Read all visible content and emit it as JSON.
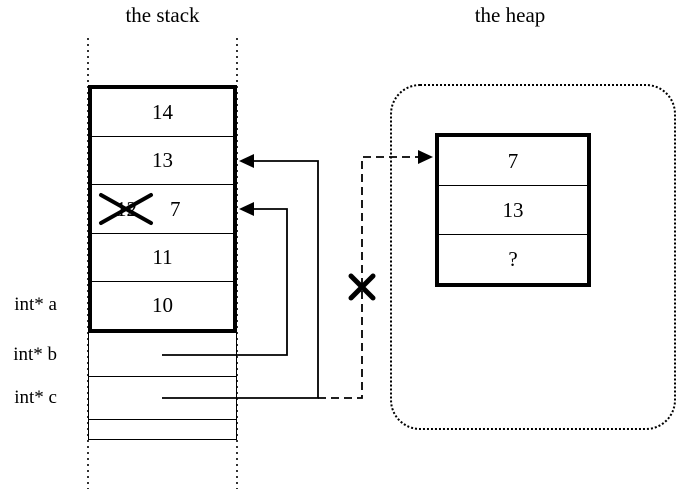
{
  "titles": {
    "stack": "the stack",
    "heap": "the heap"
  },
  "colors": {
    "ink": "#000000",
    "background": "#ffffff"
  },
  "stack": {
    "rows": [
      {
        "value": "14"
      },
      {
        "value": "13"
      },
      {
        "old": "12",
        "new": "7",
        "crossed_out": true
      },
      {
        "value": "11"
      },
      {
        "value": "10"
      }
    ],
    "pointer_labels": [
      {
        "label": "int* a"
      },
      {
        "label": "int* b"
      },
      {
        "label": "int* c"
      }
    ]
  },
  "heap": {
    "rows": [
      {
        "value": "7"
      },
      {
        "value": "13"
      },
      {
        "value": "?"
      }
    ]
  }
}
